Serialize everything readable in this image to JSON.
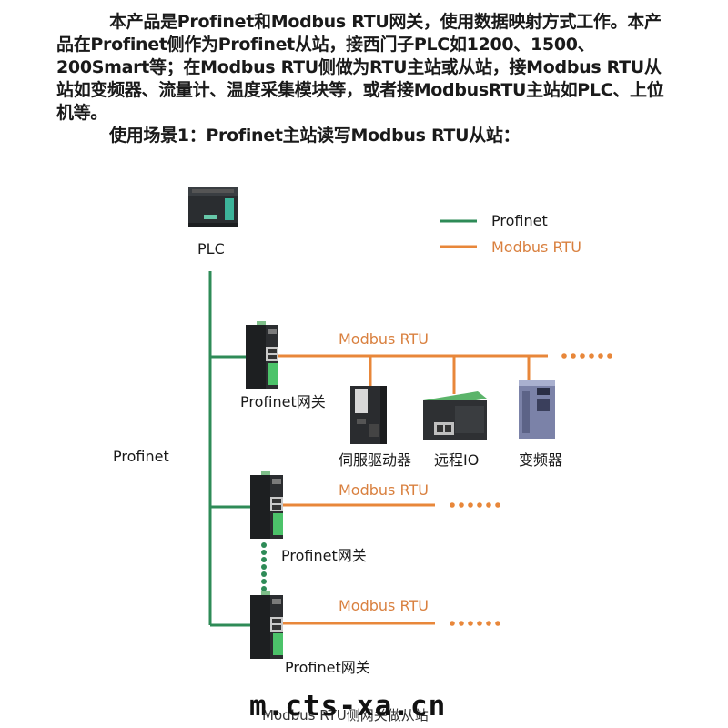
{
  "intro": {
    "paragraph1": "本产品是Profinet和Modbus RTU网关，使用数据映射方式工作。本产品在Profinet侧作为Profinet从站，接西门子PLC如1200、1500、200Smart等；在Modbus RTU侧做为RTU主站或从站，接Modbus RTU从站如变频器、流量计、温度采集模块等，或者接ModbusRTU主站如PLC、上位机等。",
    "paragraph2": "使用场景1：Profinet主站读写Modbus RTU从站："
  },
  "legend": {
    "items": [
      {
        "label": "Profinet",
        "color": "#2e8b57"
      },
      {
        "label": "Modbus RTU",
        "color": "#e8873a"
      }
    ]
  },
  "colors": {
    "profinet": "#2e8b57",
    "modbus": "#e8873a",
    "modbus_text": "#d9803f"
  },
  "nodes": {
    "plc": {
      "label": "PLC",
      "icon": "plc-icon"
    },
    "bus_label": "Profinet",
    "gateways": [
      {
        "label": "Profinet网关",
        "bus_label": "Modbus RTU",
        "icon": "gateway-icon"
      },
      {
        "label": "Profinet网关",
        "bus_label": "Modbus RTU",
        "icon": "gateway-icon"
      },
      {
        "label": "Profinet网关",
        "bus_label": "Modbus RTU",
        "icon": "gateway-icon"
      }
    ],
    "slaves": [
      {
        "label": "伺服驱动器",
        "icon": "servo-drive-icon"
      },
      {
        "label": "远程IO",
        "icon": "remote-io-icon"
      },
      {
        "label": "变频器",
        "icon": "inverter-icon"
      }
    ],
    "continuation": "••••••"
  },
  "watermark": "m.cts-xa.cn",
  "caption": "Modbus RTU侧网关做从站"
}
